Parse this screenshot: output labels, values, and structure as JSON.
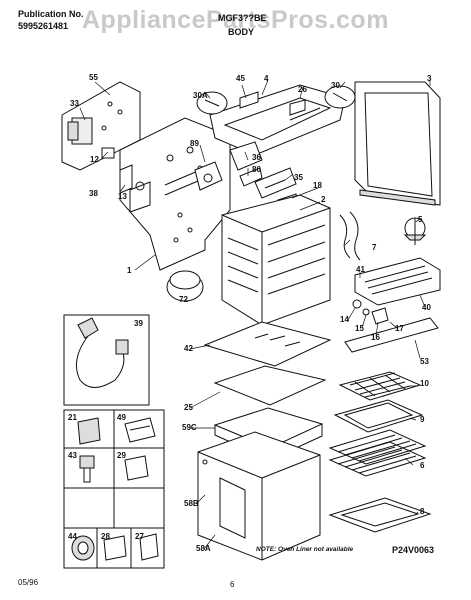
{
  "header": {
    "publication_label": "Publication No.",
    "publication_number": "5995261481",
    "model": "MGF3??BE",
    "section": "BODY",
    "watermark": "AppliancePartsPros.com"
  },
  "callouts": [
    "55",
    "45",
    "4",
    "3",
    "30",
    "30A",
    "26",
    "33",
    "89",
    "36",
    "86",
    "12",
    "38",
    "13",
    "35",
    "18",
    "2",
    "5",
    "7",
    "1",
    "41",
    "72",
    "40",
    "39",
    "14",
    "15",
    "16",
    "17",
    "42",
    "53",
    "10",
    "25",
    "9",
    "21",
    "49",
    "59C",
    "6",
    "43",
    "29",
    "44",
    "28",
    "27",
    "58B",
    "58A",
    "8"
  ],
  "footer": {
    "note": "NOTE: Oven Liner not available",
    "drawing_code": "P24V0063",
    "date": "05/96",
    "page": "6"
  }
}
